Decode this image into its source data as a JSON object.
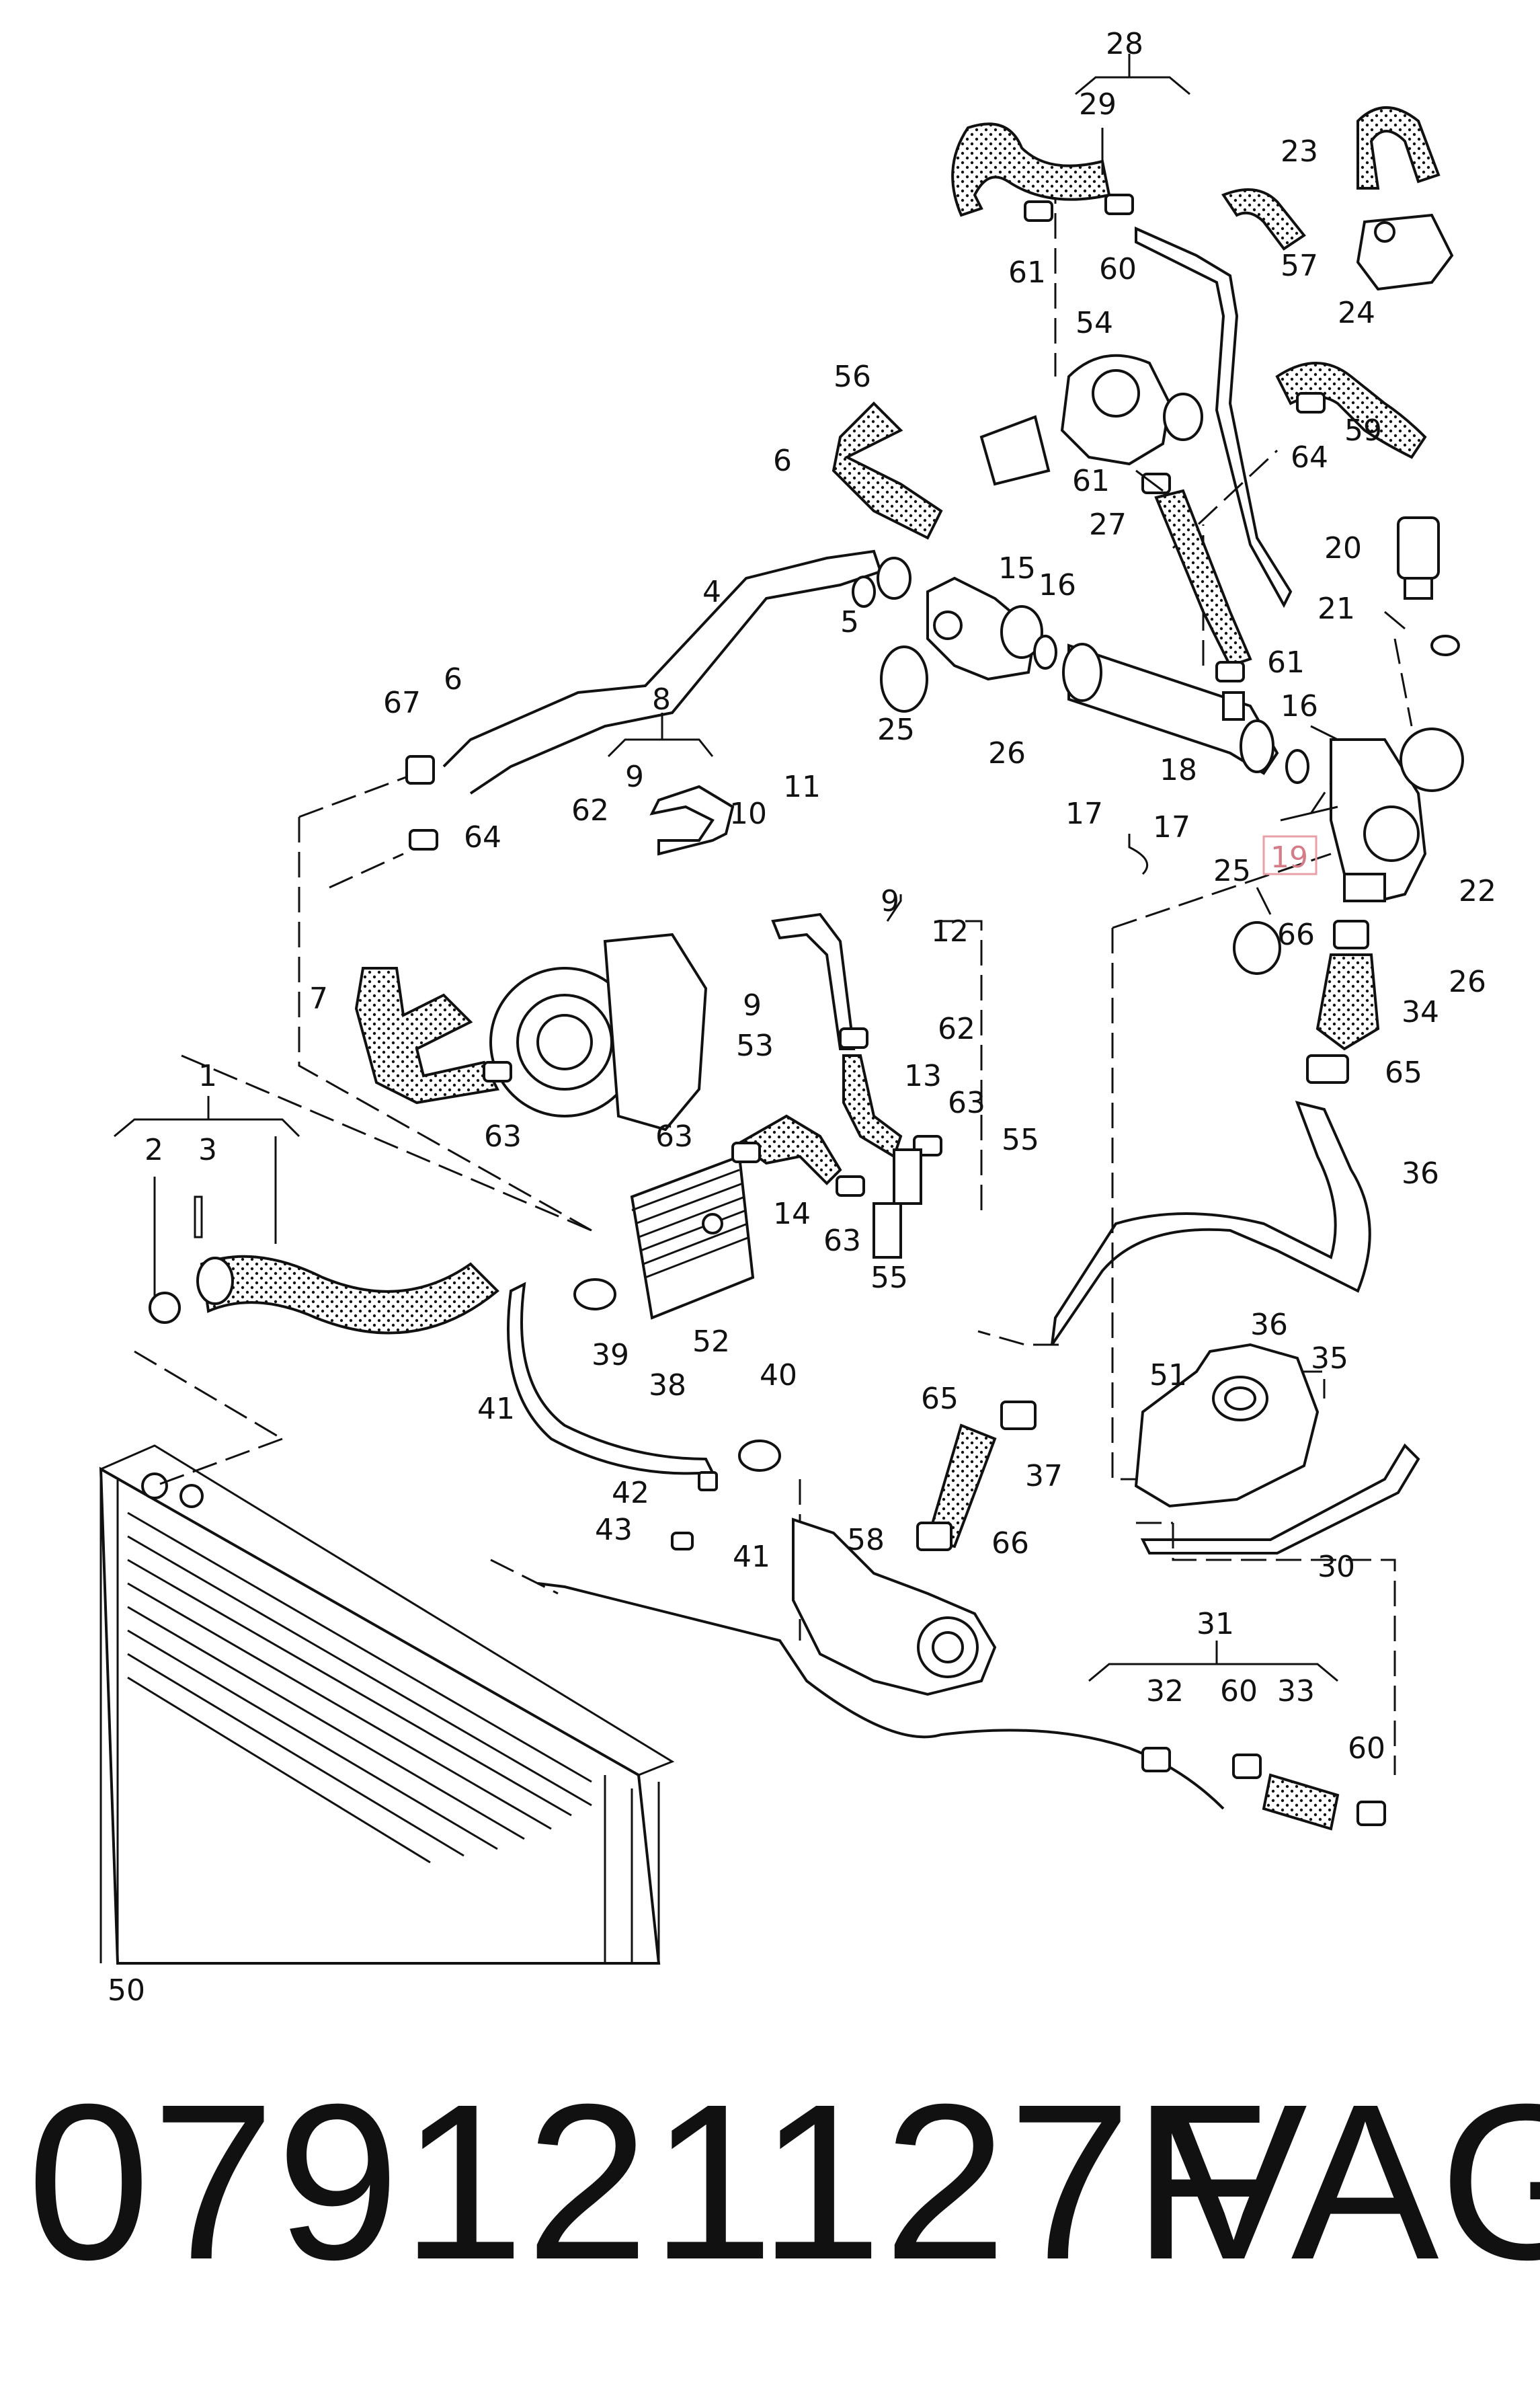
{
  "callouts": {
    "c1": "1",
    "c2": "2",
    "c3": "3",
    "c4": "4",
    "c5": "5",
    "c6a": "6",
    "c6b": "6",
    "c7": "7",
    "c8": "8",
    "c9a": "9",
    "c9b": "9",
    "c9c": "9",
    "c10": "10",
    "c11": "11",
    "c12": "12",
    "c13": "13",
    "c14": "14",
    "c15": "15",
    "c16a": "16",
    "c16b": "16",
    "c17a": "17",
    "c17b": "17",
    "c18": "18",
    "c19": "19",
    "c20": "20",
    "c21": "21",
    "c22": "22",
    "c23": "23",
    "c24": "24",
    "c25a": "25",
    "c25b": "25",
    "c26a": "26",
    "c26b": "26",
    "c27": "27",
    "c28": "28",
    "c29": "29",
    "c30": "30",
    "c31": "31",
    "c32": "32",
    "c33": "33",
    "c34": "34",
    "c35": "35",
    "c36a": "36",
    "c36b": "36",
    "c37": "37",
    "c38": "38",
    "c39": "39",
    "c40": "40",
    "c41a": "41",
    "c41b": "41",
    "c42": "42",
    "c43": "43",
    "c50": "50",
    "c51": "51",
    "c52": "52",
    "c53": "53",
    "c54": "54",
    "c55a": "55",
    "c55b": "55",
    "c56": "56",
    "c57": "57",
    "c58": "58",
    "c59": "59",
    "c60a": "60",
    "c60b": "60",
    "c60c": "60",
    "c61a": "61",
    "c61b": "61",
    "c61c": "61",
    "c62a": "62",
    "c62b": "62",
    "c63a": "63",
    "c63b": "63",
    "c63c": "63",
    "c63d": "63",
    "c64a": "64",
    "c64b": "64",
    "c65a": "65",
    "c65b": "65",
    "c66a": "66",
    "c66b": "66",
    "c67": "67"
  },
  "highlight": {
    "callout": "c19",
    "color": "#e8a0a8"
  },
  "footer": {
    "part_number": "079121127F",
    "brand": "VAG"
  }
}
